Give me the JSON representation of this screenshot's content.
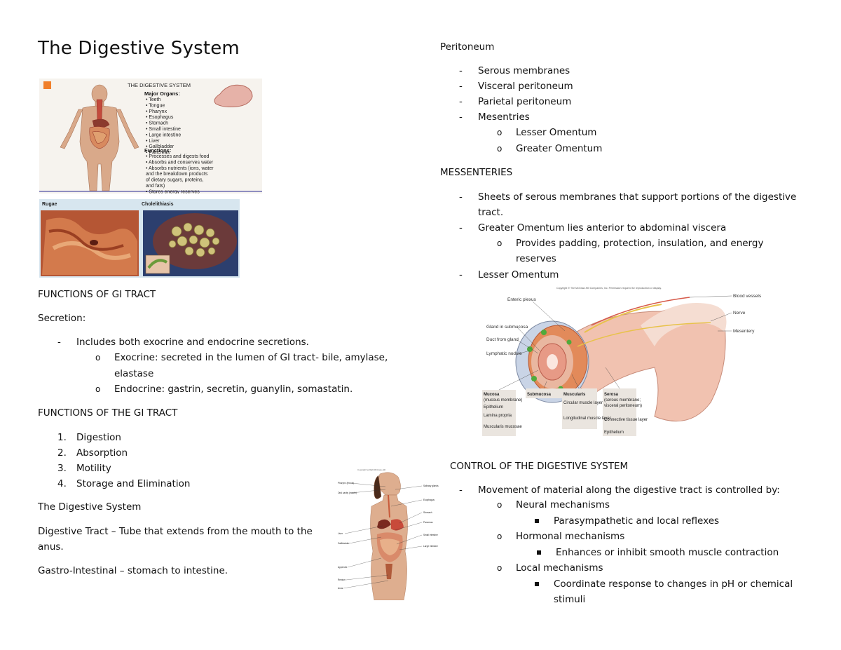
{
  "title": "The Digestive System",
  "figure1": {
    "header": "THE DIGESTIVE SYSTEM",
    "organs_heading": "Major Organs:",
    "organs": [
      "Teeth",
      "Tongue",
      "Pharynx",
      "Esophagus",
      "Stomach",
      "Small intestine",
      "Large intestine",
      "Liver",
      "Gallbladder",
      "Pancreas"
    ],
    "functions_heading": "Functions:",
    "functions": [
      "Processes and digests food",
      "Absorbs and conserves water",
      "Absorbs nutrients (ions, water",
      "and the breakdown products",
      "of dietary sugars, proteins,",
      "and fats)",
      "Stores energy reserves"
    ]
  },
  "figure2": {
    "label_left": "Rugae",
    "label_right": "Cholelithiasis"
  },
  "left": {
    "h1": "FUNCTIONS OF GI TRACT",
    "secretion_label": "Secretion:",
    "secretion_item": "Includes both exocrine and endocrine secretions.",
    "exocrine_1": "Exocrine: secreted in the lumen of GI tract- bile, amylase,",
    "exocrine_2": "elastase",
    "endocrine": "Endocrine: gastrin, secretin, guanylin, somastatin.",
    "h2": "FUNCTIONS OF THE GI TRACT",
    "list": [
      "Digestion",
      "Absorption",
      "Motility",
      "Storage and Elimination"
    ],
    "p_title": "The Digestive System",
    "tract_1": "Digestive Tract – Tube that extends from the mouth to the",
    "tract_2": "anus.",
    "gi": "Gastro-Intestinal – stomach to intestine."
  },
  "figure3": {
    "labels_left": [
      "Pharynx (throat)",
      "Oral cavity (mouth)",
      "Liver",
      "Gallbladder",
      "Appendix",
      "Rectum",
      "Anus"
    ],
    "labels_right": [
      "Salivary glands",
      "Esophagus",
      "Stomach",
      "Pancreas",
      "Small intestine",
      "Large intestine"
    ]
  },
  "right": {
    "peritoneum": "Peritoneum",
    "items": [
      "Serous membranes",
      "Visceral peritoneum",
      "Parietal peritoneum",
      "Mesentries"
    ],
    "sub": [
      "Lesser Omentum",
      "Greater Omentum"
    ],
    "mess_h": "MESSENTERIES",
    "mess_1a": "Sheets of serous membranes that support portions of the digestive",
    "mess_1b": "tract.",
    "mess_2": "Greater Omentum lies anterior to abdominal viscera",
    "mess_2s_a": "Provides padding, protection, insulation, and energy",
    "mess_2s_b": "reserves",
    "mess_3": "Lesser Omentum",
    "control_h": "CONTROL OF THE DIGESTIVE SYSTEM",
    "control_1": "Movement of material along the digestive tract is controlled by:",
    "neural": "Neural mechanisms",
    "neural_s": "Parasympathetic and local reflexes",
    "hormonal": "Hormonal mechanisms",
    "hormonal_s": "Enhances or inhibit smooth muscle contraction",
    "local": "Local mechanisms",
    "local_s1": "Coordinate response to changes in pH or chemical",
    "local_s2": "stimuli"
  },
  "figure4": {
    "copyright": "Copyright © The McGraw-Hill Companies, Inc. Permission required for reproduction or display.",
    "labels_top": [
      "Enteric plexus",
      "Gland in submucosa",
      "Duct from gland",
      "Lymphatic nodule"
    ],
    "labels_right": [
      "Blood vessels",
      "Nerve",
      "Mesentery"
    ],
    "mucosa": [
      "Mucosa",
      "(mucous membrane)",
      "Epithelium",
      "Lamina propria",
      "Muscularis mucosae"
    ],
    "submucosa": "Submucosa",
    "muscularis": [
      "Muscularis",
      "Circular muscle layer",
      "Longitudinal muscle layer"
    ],
    "serosa": [
      "Serosa",
      "(serous membrane;",
      "visceral peritoneum)",
      "Connective tissue layer",
      "Epithelium"
    ]
  }
}
